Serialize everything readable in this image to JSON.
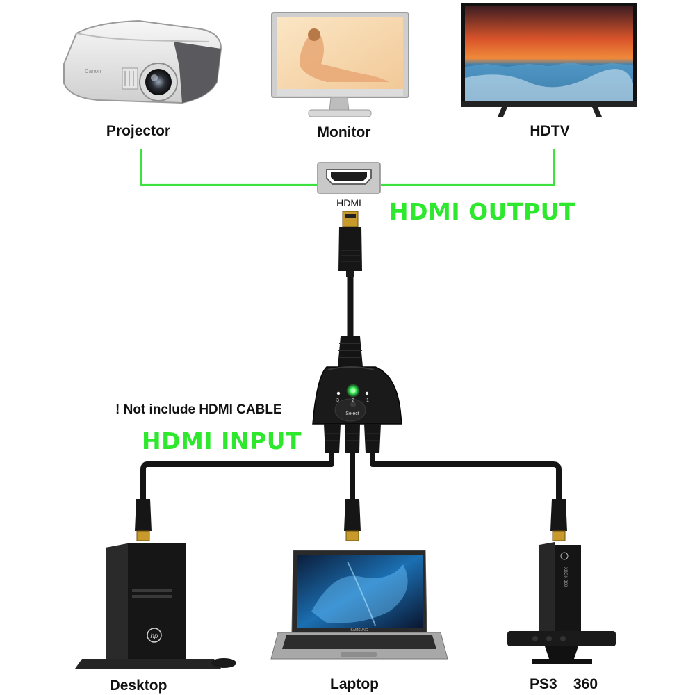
{
  "labels": {
    "projector": "Projector",
    "monitor": "Monitor",
    "hdtv": "HDTV",
    "hdmi_port": "HDMI",
    "hdmi_output": "HDMI OUTPUT",
    "note": "! Not include HDMI CABLE",
    "hdmi_input": "HDMI INPUT",
    "desktop": "Desktop",
    "laptop": "Laptop",
    "consoles": "PS3    360"
  },
  "switch": {
    "button_label": "Select",
    "port_numbers": [
      "3",
      "2",
      "1"
    ]
  },
  "device_branding": {
    "projector": "Canon",
    "desktop": "hp",
    "laptop": "SAMSUNG",
    "console": "XBOX 360"
  },
  "colors": {
    "connector_line": "#3ee23e",
    "title_green": "#2ee82e",
    "cable": "#141414",
    "led": "#37ff5a"
  }
}
